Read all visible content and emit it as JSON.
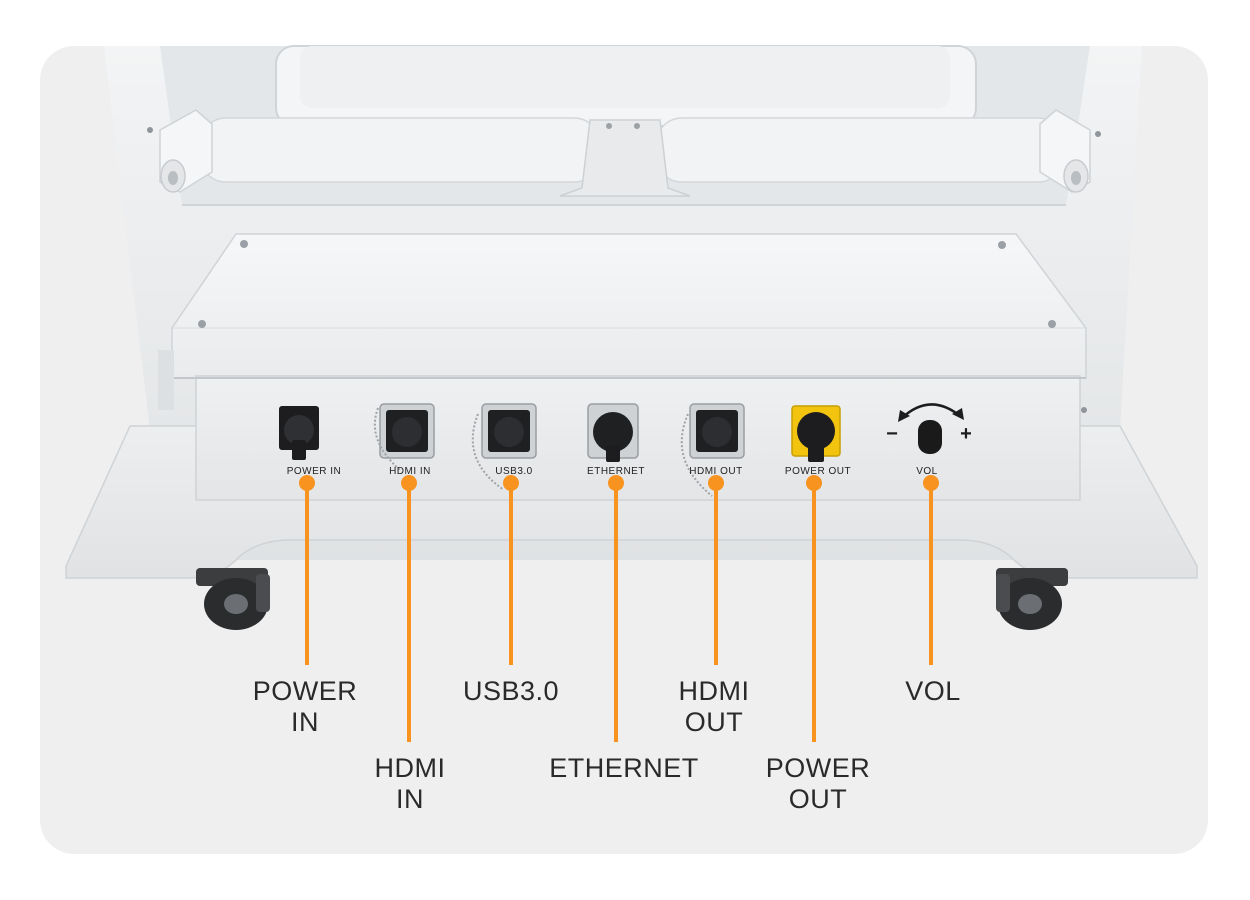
{
  "colors": {
    "accent": "#f7931e",
    "device_body": "#e9ebec",
    "connector": "#1c1c1c",
    "power_out_plate": "#f2c40f",
    "background": "#efefef"
  },
  "panel_labels": {
    "power_in": "POWER  IN",
    "hdmi_in": "HDMI  IN",
    "usb": "USB3.0",
    "ethernet": "ETHERNET",
    "hdmi_out": "HDMI  OUT",
    "power_out": "POWER  OUT",
    "vol": "VOL",
    "vol_minus": "−",
    "vol_plus": "+"
  },
  "callouts": {
    "power_in": "POWER\nIN",
    "hdmi_in": "HDMI\nIN",
    "usb": "USB3.0",
    "ethernet": "ETHERNET",
    "hdmi_out": "HDMI\nOUT",
    "power_out": "POWER\nOUT",
    "vol": "VOL"
  }
}
